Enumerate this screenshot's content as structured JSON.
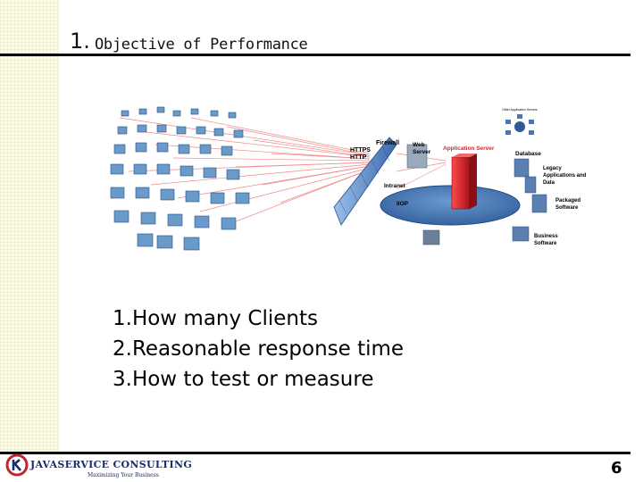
{
  "slide": {
    "title_number": "1.",
    "title_text": "Objective of Performance",
    "points": [
      "1.How many Clients",
      "2.Reasonable response time",
      "3.How to test or measure"
    ],
    "page_number": "6"
  },
  "diagram": {
    "labels": {
      "protocols": [
        "HTTPS",
        "HTTP"
      ],
      "firewall": "Firewall",
      "web_server": [
        "Web",
        "Server"
      ],
      "app_server": "Application Server",
      "other_servers": "Other Application Servers",
      "database": "Database",
      "intranet": "Intranet",
      "iiop": "IIOP",
      "legacy": [
        "Legacy",
        "Applications and",
        "Data"
      ],
      "packaged": [
        "Packaged",
        "Software"
      ],
      "business": [
        "Business",
        "Software"
      ]
    }
  },
  "footer": {
    "company_name": "JAVASERVICE CONSULTING",
    "tagline": "Maximizing Your Business"
  },
  "colors": {
    "client_blue": "#6a9ac9",
    "server_red": "#d9252b",
    "firewall_blue": "#4a7cc0",
    "logo_navy": "#1a2d6b",
    "logo_red": "#c0262d"
  }
}
